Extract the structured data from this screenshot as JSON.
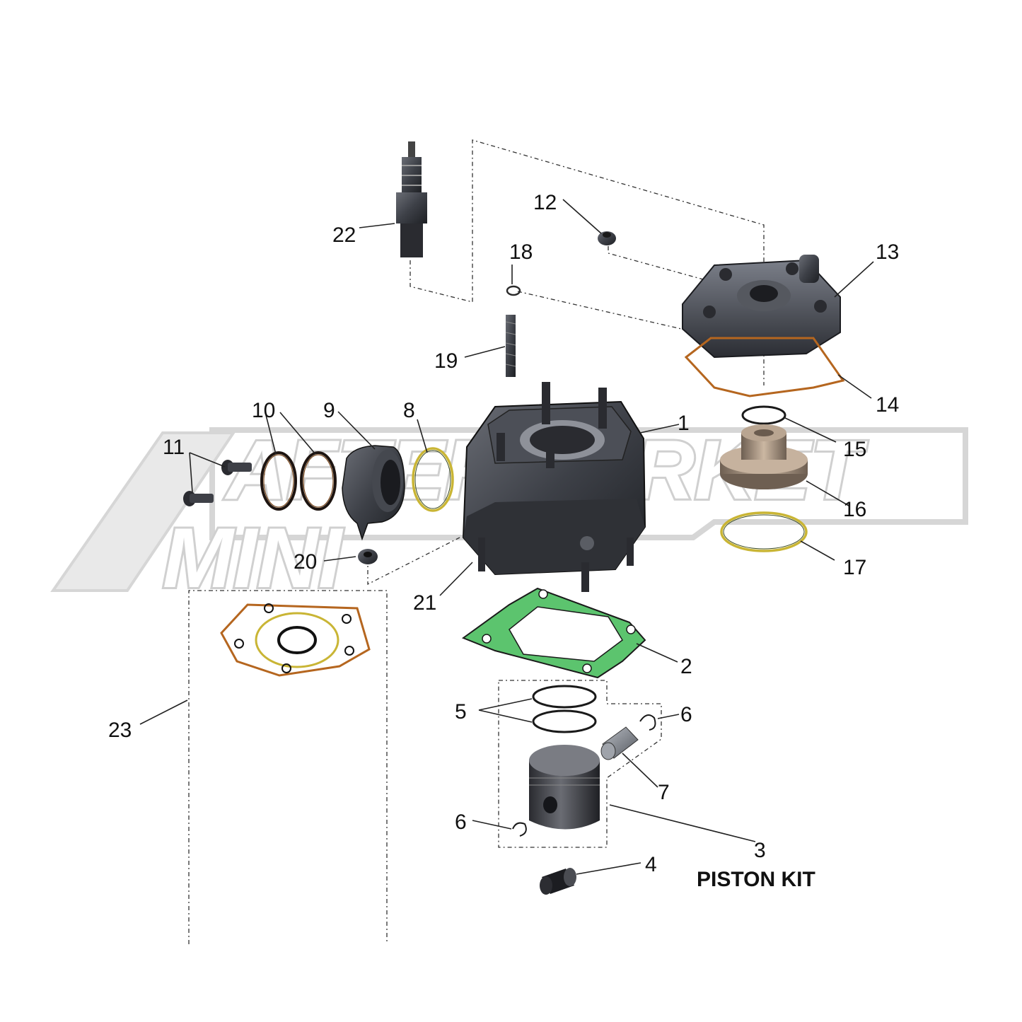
{
  "watermark": {
    "line1": "AFTERMARKET",
    "line2": "MINI"
  },
  "colors": {
    "gasket_green": "#5cc46e",
    "gasket_orange": "#b5661f",
    "gasket_yellow": "#c9b535",
    "part_dark": "#3a3c42",
    "part_bronze": "#9a8570"
  },
  "callouts": [
    {
      "id": "1",
      "text": "1",
      "part": "cylinder"
    },
    {
      "id": "2",
      "text": "2",
      "part": "base-gasket"
    },
    {
      "id": "3",
      "text": "3",
      "part": "piston-kit"
    },
    {
      "id": "4",
      "text": "4",
      "part": "needle-bearing"
    },
    {
      "id": "5",
      "text": "5",
      "part": "piston-rings"
    },
    {
      "id": "6a",
      "text": "6",
      "part": "circlip-upper"
    },
    {
      "id": "6b",
      "text": "6",
      "part": "circlip-lower"
    },
    {
      "id": "7",
      "text": "7",
      "part": "piston-pin"
    },
    {
      "id": "8",
      "text": "8",
      "part": "intake-o-ring"
    },
    {
      "id": "9",
      "text": "9",
      "part": "intake-manifold"
    },
    {
      "id": "10",
      "text": "10",
      "part": "manifold-o-rings"
    },
    {
      "id": "11",
      "text": "11",
      "part": "manifold-bolts"
    },
    {
      "id": "12",
      "text": "12",
      "part": "head-nut"
    },
    {
      "id": "13",
      "text": "13",
      "part": "cylinder-head"
    },
    {
      "id": "14",
      "text": "14",
      "part": "head-gasket"
    },
    {
      "id": "15",
      "text": "15",
      "part": "insert-o-ring"
    },
    {
      "id": "16",
      "text": "16",
      "part": "head-insert"
    },
    {
      "id": "17",
      "text": "17",
      "part": "insert-gasket"
    },
    {
      "id": "18",
      "text": "18",
      "part": "washer"
    },
    {
      "id": "19",
      "text": "19",
      "part": "stud"
    },
    {
      "id": "20",
      "text": "20",
      "part": "base-nut"
    },
    {
      "id": "21",
      "text": "21",
      "part": "base-stud"
    },
    {
      "id": "22",
      "text": "22",
      "part": "spark-plug"
    },
    {
      "id": "23",
      "text": "23",
      "part": "gasket-kit"
    }
  ],
  "piston_kit_label": "PISTON KIT"
}
